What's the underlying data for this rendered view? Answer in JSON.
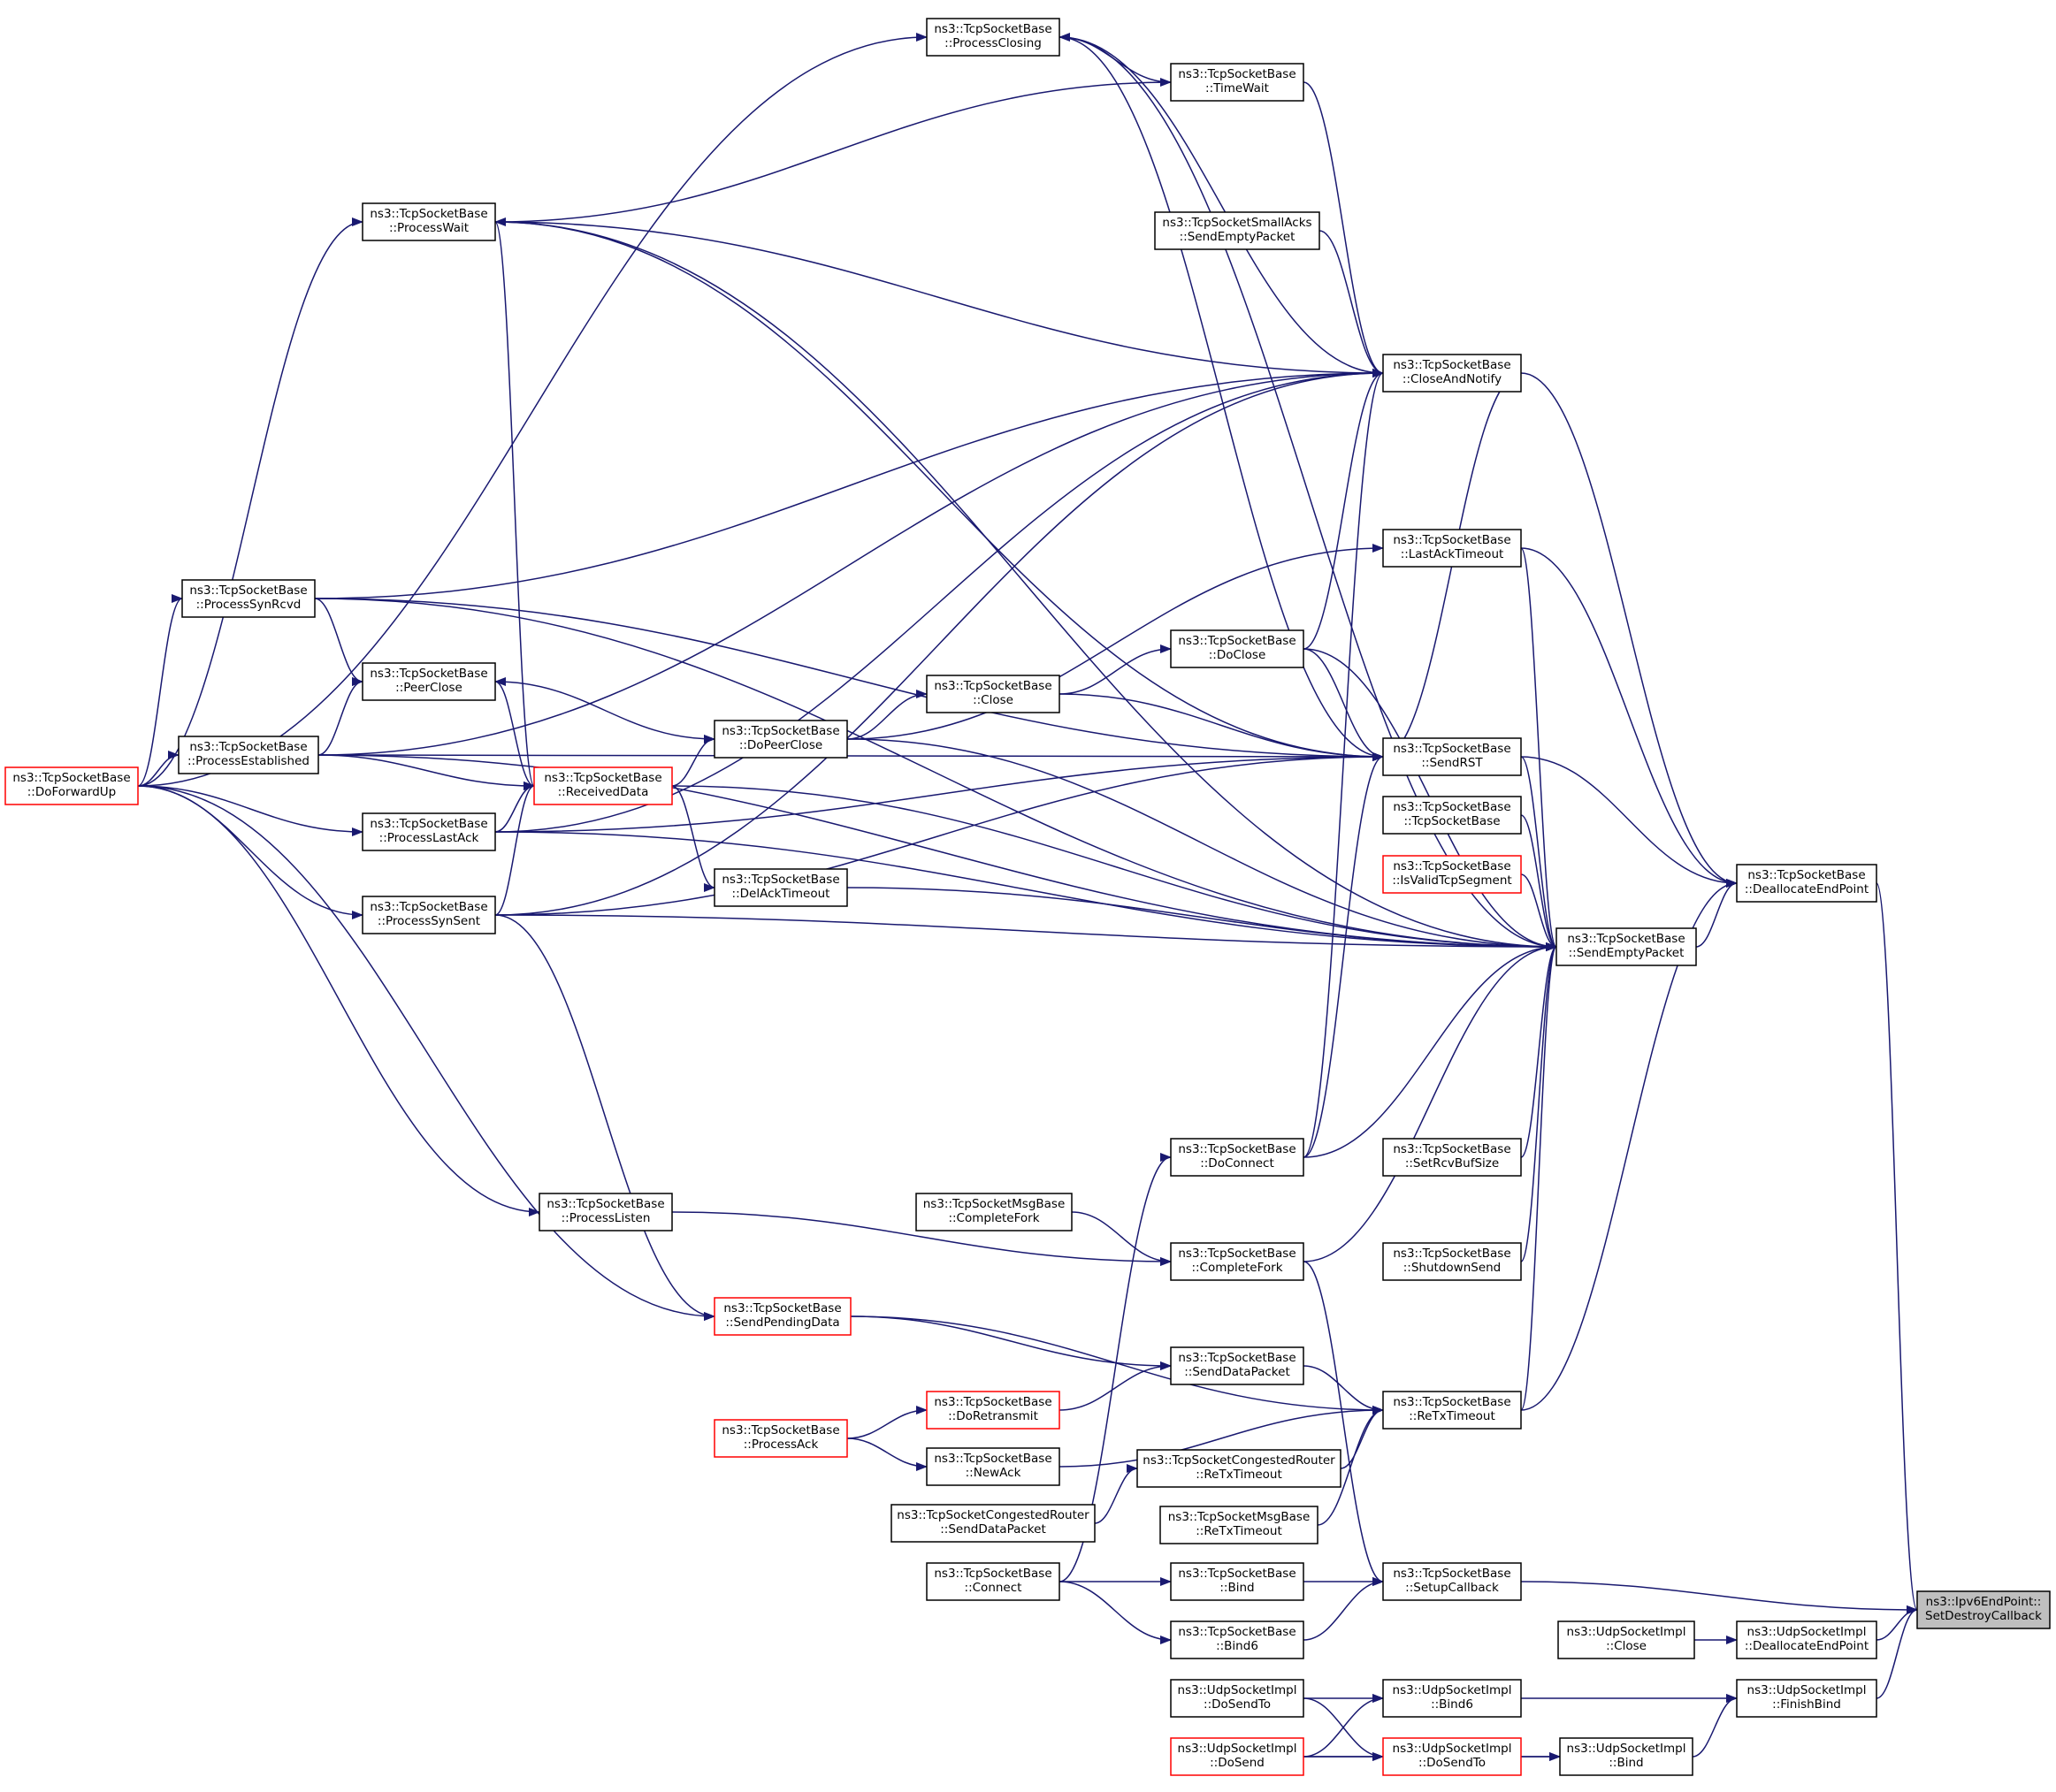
{
  "colors": {
    "edge": "#191970",
    "node_border": "#000000",
    "node_border_red": "#ff0000",
    "node_fill": "#ffffff",
    "root_fill": "#bfbfbf",
    "text": "#000000"
  },
  "nodes": [
    {
      "id": "root",
      "l1": "ns3::Ipv6EndPoint::",
      "l2": "SetDestroyCallback",
      "style": "root"
    },
    {
      "id": "closeAndNotify",
      "l1": "ns3::TcpSocketBase",
      "l2": "::CloseAndNotify",
      "style": "normal"
    },
    {
      "id": "processClosing",
      "l1": "ns3::TcpSocketBase",
      "l2": "::ProcessClosing",
      "style": "normal"
    },
    {
      "id": "timeWait",
      "l1": "ns3::TcpSocketBase",
      "l2": "::TimeWait",
      "style": "normal"
    },
    {
      "id": "processWait",
      "l1": "ns3::TcpSocketBase",
      "l2": "::ProcessWait",
      "style": "normal"
    },
    {
      "id": "smallAcksSendEmpty",
      "l1": "ns3::TcpSocketSmallAcks",
      "l2": "::SendEmptyPacket",
      "style": "normal"
    },
    {
      "id": "lastAckTimeout",
      "l1": "ns3::TcpSocketBase",
      "l2": "::LastAckTimeout",
      "style": "normal"
    },
    {
      "id": "processSynRcvd",
      "l1": "ns3::TcpSocketBase",
      "l2": "::ProcessSynRcvd",
      "style": "normal"
    },
    {
      "id": "doClose",
      "l1": "ns3::TcpSocketBase",
      "l2": "::DoClose",
      "style": "normal"
    },
    {
      "id": "peerClose",
      "l1": "ns3::TcpSocketBase",
      "l2": "::PeerClose",
      "style": "normal"
    },
    {
      "id": "close",
      "l1": "ns3::TcpSocketBase",
      "l2": "::Close",
      "style": "normal"
    },
    {
      "id": "doPeerClose",
      "l1": "ns3::TcpSocketBase",
      "l2": "::DoPeerClose",
      "style": "normal"
    },
    {
      "id": "processEstablished",
      "l1": "ns3::TcpSocketBase",
      "l2": "::ProcessEstablished",
      "style": "normal"
    },
    {
      "id": "doForwardUp",
      "l1": "ns3::TcpSocketBase",
      "l2": "::DoForwardUp",
      "style": "red"
    },
    {
      "id": "receivedData",
      "l1": "ns3::TcpSocketBase",
      "l2": "::ReceivedData",
      "style": "red"
    },
    {
      "id": "sendRST",
      "l1": "ns3::TcpSocketBase",
      "l2": "::SendRST",
      "style": "normal"
    },
    {
      "id": "tcpSocketBase",
      "l1": "ns3::TcpSocketBase",
      "l2": "::TcpSocketBase",
      "style": "normal"
    },
    {
      "id": "processLastAck",
      "l1": "ns3::TcpSocketBase",
      "l2": "::ProcessLastAck",
      "style": "normal"
    },
    {
      "id": "isValidTcpSegment",
      "l1": "ns3::TcpSocketBase",
      "l2": "::IsValidTcpSegment",
      "style": "red"
    },
    {
      "id": "deallocateEndPoint",
      "l1": "ns3::TcpSocketBase",
      "l2": "::DeallocateEndPoint",
      "style": "normal"
    },
    {
      "id": "delAckTimeout",
      "l1": "ns3::TcpSocketBase",
      "l2": "::DelAckTimeout",
      "style": "normal"
    },
    {
      "id": "processSynSent",
      "l1": "ns3::TcpSocketBase",
      "l2": "::ProcessSynSent",
      "style": "normal"
    },
    {
      "id": "sendEmptyPacket",
      "l1": "ns3::TcpSocketBase",
      "l2": "::SendEmptyPacket",
      "style": "normal"
    },
    {
      "id": "doConnect",
      "l1": "ns3::TcpSocketBase",
      "l2": "::DoConnect",
      "style": "normal"
    },
    {
      "id": "setRcvBufSize",
      "l1": "ns3::TcpSocketBase",
      "l2": "::SetRcvBufSize",
      "style": "normal"
    },
    {
      "id": "processListen",
      "l1": "ns3::TcpSocketBase",
      "l2": "::ProcessListen",
      "style": "normal"
    },
    {
      "id": "msgBaseCompleteFork",
      "l1": "ns3::TcpSocketMsgBase",
      "l2": "::CompleteFork",
      "style": "normal"
    },
    {
      "id": "completeFork",
      "l1": "ns3::TcpSocketBase",
      "l2": "::CompleteFork",
      "style": "normal"
    },
    {
      "id": "shutdownSend",
      "l1": "ns3::TcpSocketBase",
      "l2": "::ShutdownSend",
      "style": "normal"
    },
    {
      "id": "sendPendingData",
      "l1": "ns3::TcpSocketBase",
      "l2": "::SendPendingData",
      "style": "red"
    },
    {
      "id": "sendDataPacket",
      "l1": "ns3::TcpSocketBase",
      "l2": "::SendDataPacket",
      "style": "normal"
    },
    {
      "id": "doRetransmit",
      "l1": "ns3::TcpSocketBase",
      "l2": "::DoRetransmit",
      "style": "red"
    },
    {
      "id": "reTxTimeout",
      "l1": "ns3::TcpSocketBase",
      "l2": "::ReTxTimeout",
      "style": "normal"
    },
    {
      "id": "processAck",
      "l1": "ns3::TcpSocketBase",
      "l2": "::ProcessAck",
      "style": "red"
    },
    {
      "id": "newAck",
      "l1": "ns3::TcpSocketBase",
      "l2": "::NewAck",
      "style": "normal"
    },
    {
      "id": "congReTxTimeout",
      "l1": "ns3::TcpSocketCongestedRouter",
      "l2": "::ReTxTimeout",
      "style": "normal"
    },
    {
      "id": "congSendDataPacket",
      "l1": "ns3::TcpSocketCongestedRouter",
      "l2": "::SendDataPacket",
      "style": "normal"
    },
    {
      "id": "msgBaseReTxTimeout",
      "l1": "ns3::TcpSocketMsgBase",
      "l2": "::ReTxTimeout",
      "style": "normal"
    },
    {
      "id": "connect",
      "l1": "ns3::TcpSocketBase",
      "l2": "::Connect",
      "style": "normal"
    },
    {
      "id": "bind",
      "l1": "ns3::TcpSocketBase",
      "l2": "::Bind",
      "style": "normal"
    },
    {
      "id": "setupCallback",
      "l1": "ns3::TcpSocketBase",
      "l2": "::SetupCallback",
      "style": "normal"
    },
    {
      "id": "bind6",
      "l1": "ns3::TcpSocketBase",
      "l2": "::Bind6",
      "style": "normal"
    },
    {
      "id": "udpClose",
      "l1": "ns3::UdpSocketImpl",
      "l2": "::Close",
      "style": "normal"
    },
    {
      "id": "udpDeallocate",
      "l1": "ns3::UdpSocketImpl",
      "l2": "::DeallocateEndPoint",
      "style": "normal"
    },
    {
      "id": "udpDoSendTo1",
      "l1": "ns3::UdpSocketImpl",
      "l2": "::DoSendTo",
      "style": "normal"
    },
    {
      "id": "udpBind6",
      "l1": "ns3::UdpSocketImpl",
      "l2": "::Bind6",
      "style": "normal"
    },
    {
      "id": "udpFinishBind",
      "l1": "ns3::UdpSocketImpl",
      "l2": "::FinishBind",
      "style": "normal"
    },
    {
      "id": "udpDoSend",
      "l1": "ns3::UdpSocketImpl",
      "l2": "::DoSend",
      "style": "red"
    },
    {
      "id": "udpDoSendTo2",
      "l1": "ns3::UdpSocketImpl",
      "l2": "::DoSendTo",
      "style": "red"
    },
    {
      "id": "udpBind",
      "l1": "ns3::UdpSocketImpl",
      "l2": "::Bind",
      "style": "normal"
    }
  ],
  "edges": [
    [
      "closeAndNotify",
      "processClosing"
    ],
    [
      "closeAndNotify",
      "timeWait"
    ],
    [
      "closeAndNotify",
      "processWait"
    ],
    [
      "closeAndNotify",
      "smallAcksSendEmpty"
    ],
    [
      "closeAndNotify",
      "processSynRcvd"
    ],
    [
      "closeAndNotify",
      "processEstablished"
    ],
    [
      "closeAndNotify",
      "processLastAck"
    ],
    [
      "closeAndNotify",
      "processSynSent"
    ],
    [
      "closeAndNotify",
      "doClose"
    ],
    [
      "closeAndNotify",
      "sendRST"
    ],
    [
      "closeAndNotify",
      "doConnect"
    ],
    [
      "processClosing",
      "doForwardUp"
    ],
    [
      "processClosing",
      "timeWait"
    ],
    [
      "timeWait",
      "processWait"
    ],
    [
      "processWait",
      "doForwardUp"
    ],
    [
      "processWait",
      "receivedData"
    ],
    [
      "processSynRcvd",
      "doForwardUp"
    ],
    [
      "peerClose",
      "processSynRcvd"
    ],
    [
      "peerClose",
      "processEstablished"
    ],
    [
      "peerClose",
      "receivedData"
    ],
    [
      "processEstablished",
      "doForwardUp"
    ],
    [
      "processLastAck",
      "doForwardUp"
    ],
    [
      "processSynSent",
      "doForwardUp"
    ],
    [
      "processListen",
      "doForwardUp"
    ],
    [
      "sendPendingData",
      "doForwardUp"
    ],
    [
      "receivedData",
      "processEstablished"
    ],
    [
      "receivedData",
      "processLastAck"
    ],
    [
      "receivedData",
      "processSynSent"
    ],
    [
      "doPeerClose",
      "peerClose"
    ],
    [
      "doPeerClose",
      "receivedData"
    ],
    [
      "close",
      "doPeerClose"
    ],
    [
      "doClose",
      "close"
    ],
    [
      "lastAckTimeout",
      "doPeerClose"
    ],
    [
      "delAckTimeout",
      "receivedData"
    ],
    [
      "sendRST",
      "processClosing"
    ],
    [
      "sendRST",
      "processWait"
    ],
    [
      "sendRST",
      "processSynRcvd"
    ],
    [
      "sendRST",
      "doClose"
    ],
    [
      "sendRST",
      "close"
    ],
    [
      "sendRST",
      "processEstablished"
    ],
    [
      "sendRST",
      "processLastAck"
    ],
    [
      "sendRST",
      "processSynSent"
    ],
    [
      "sendRST",
      "doConnect"
    ],
    [
      "sendEmptyPacket",
      "processClosing"
    ],
    [
      "sendEmptyPacket",
      "processWait"
    ],
    [
      "sendEmptyPacket",
      "lastAckTimeout"
    ],
    [
      "sendEmptyPacket",
      "processSynRcvd"
    ],
    [
      "sendEmptyPacket",
      "doClose"
    ],
    [
      "sendEmptyPacket",
      "sendRST"
    ],
    [
      "sendEmptyPacket",
      "tcpSocketBase"
    ],
    [
      "sendEmptyPacket",
      "isValidTcpSegment"
    ],
    [
      "sendEmptyPacket",
      "doPeerClose"
    ],
    [
      "sendEmptyPacket",
      "delAckTimeout"
    ],
    [
      "sendEmptyPacket",
      "receivedData"
    ],
    [
      "sendEmptyPacket",
      "processEstablished"
    ],
    [
      "sendEmptyPacket",
      "processLastAck"
    ],
    [
      "sendEmptyPacket",
      "processSynSent"
    ],
    [
      "sendEmptyPacket",
      "setRcvBufSize"
    ],
    [
      "sendEmptyPacket",
      "doConnect"
    ],
    [
      "sendEmptyPacket",
      "shutdownSend"
    ],
    [
      "sendEmptyPacket",
      "completeFork"
    ],
    [
      "sendEmptyPacket",
      "reTxTimeout"
    ],
    [
      "sendPendingData",
      "processSynSent"
    ],
    [
      "reTxTimeout",
      "sendPendingData"
    ],
    [
      "deallocateEndPoint",
      "closeAndNotify"
    ],
    [
      "deallocateEndPoint",
      "lastAckTimeout"
    ],
    [
      "deallocateEndPoint",
      "sendRST"
    ],
    [
      "deallocateEndPoint",
      "sendEmptyPacket"
    ],
    [
      "deallocateEndPoint",
      "reTxTimeout"
    ],
    [
      "root",
      "deallocateEndPoint"
    ],
    [
      "root",
      "setupCallback"
    ],
    [
      "root",
      "udpDeallocate"
    ],
    [
      "root",
      "udpFinishBind"
    ],
    [
      "doConnect",
      "connect"
    ],
    [
      "completeFork",
      "processListen"
    ],
    [
      "completeFork",
      "msgBaseCompleteFork"
    ],
    [
      "sendDataPacket",
      "sendPendingData"
    ],
    [
      "sendDataPacket",
      "doRetransmit"
    ],
    [
      "doRetransmit",
      "processAck"
    ],
    [
      "reTxTimeout",
      "sendDataPacket"
    ],
    [
      "reTxTimeout",
      "newAck"
    ],
    [
      "reTxTimeout",
      "congReTxTimeout"
    ],
    [
      "reTxTimeout",
      "msgBaseReTxTimeout"
    ],
    [
      "newAck",
      "processAck"
    ],
    [
      "congReTxTimeout",
      "congSendDataPacket"
    ],
    [
      "setupCallback",
      "completeFork"
    ],
    [
      "setupCallback",
      "bind"
    ],
    [
      "setupCallback",
      "bind6"
    ],
    [
      "bind",
      "connect"
    ],
    [
      "bind6",
      "connect"
    ],
    [
      "udpDeallocate",
      "udpClose"
    ],
    [
      "udpFinishBind",
      "udpBind6"
    ],
    [
      "udpFinishBind",
      "udpBind"
    ],
    [
      "udpBind6",
      "udpDoSendTo1"
    ],
    [
      "udpBind6",
      "udpDoSend"
    ],
    [
      "udpBind",
      "udpDoSendTo2"
    ],
    [
      "udpBind",
      "udpDoSend"
    ],
    [
      "udpDoSendTo2",
      "udpDoSendTo1"
    ],
    [
      "udpDoSendTo2",
      "udpDoSend"
    ]
  ]
}
